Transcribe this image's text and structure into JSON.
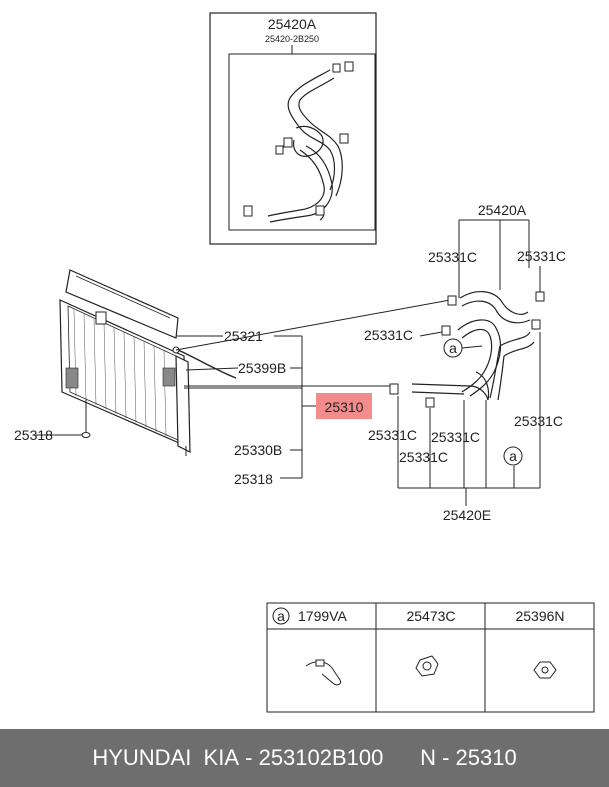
{
  "inset": {
    "part_no": "25420A",
    "sub_no": "25420-2B250"
  },
  "callouts": {
    "hose_assy_top": "25420A",
    "clamp_1": "25331C",
    "clamp_2": "25331C",
    "clamp_3": "25331C",
    "clamp_4": "25331C",
    "clamp_5": "25331C",
    "clamp_6": "25331C",
    "clamp_7": "25331C",
    "hose_assy_bottom": "25420E",
    "ref_a": "a",
    "ref_a2": "a",
    "seal": "25321",
    "pipe": "25399B",
    "radiator": "25310",
    "drain": "25330B",
    "bottom_mount": "25318",
    "left_mount": "25318"
  },
  "highlight_color": "#f28c8c",
  "table": {
    "headers": [
      {
        "ref": "a",
        "part": "1799VA"
      },
      {
        "ref": "",
        "part": "25473C"
      },
      {
        "ref": "",
        "part": "25396N"
      }
    ]
  },
  "footer": {
    "brand": "HYUNDAI  KIA",
    "part": "253102B100",
    "ref": "N - 25310"
  }
}
